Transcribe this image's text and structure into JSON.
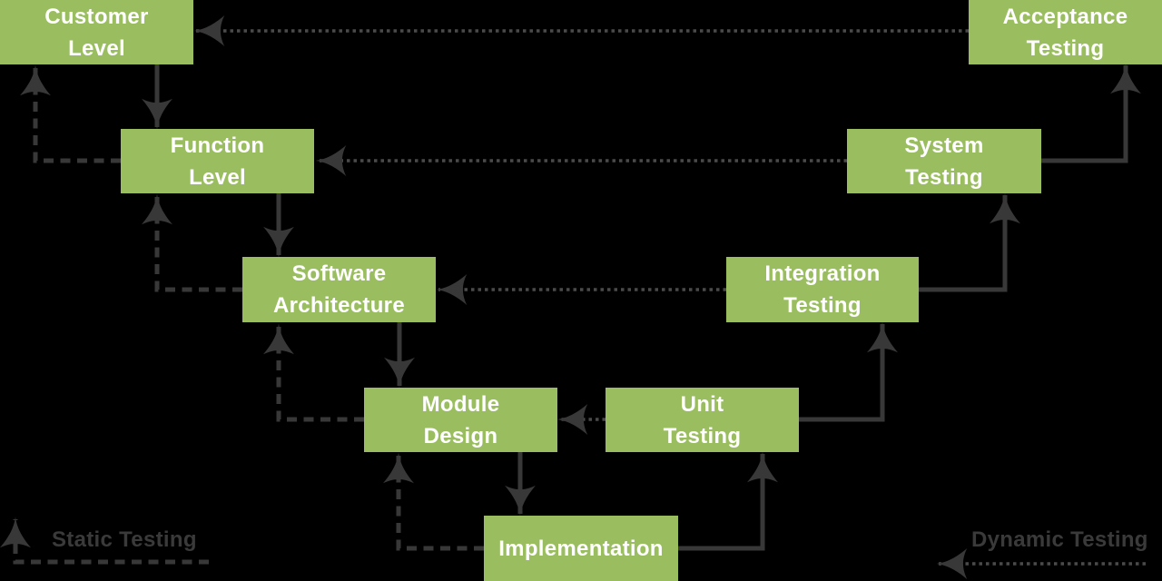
{
  "background": "#000000",
  "colors": {
    "box_fill": "#9ABE5F",
    "box_text": "#FFFFFF",
    "solid_arrow": "#383838",
    "dashed_arrow": "#383838",
    "dotted_arrow": "#4A4A4A",
    "legend_text": "#3A3A3A"
  },
  "boxes": {
    "customer": {
      "line1": "Customer",
      "line2": "Level"
    },
    "function": {
      "line1": "Function",
      "line2": "Level"
    },
    "software": {
      "line1": "Software",
      "line2": "Architecture"
    },
    "module": {
      "line1": "Module",
      "line2": "Design"
    },
    "implementation": {
      "line1": "Implementation"
    },
    "unit": {
      "line1": "Unit",
      "line2": "Testing"
    },
    "integration": {
      "line1": "Integration",
      "line2": "Testing"
    },
    "system": {
      "line1": "System",
      "line2": "Testing"
    },
    "acceptance": {
      "line1": "Acceptance",
      "line2": "Testing"
    }
  },
  "legend": {
    "static_label": "Static Testing",
    "dynamic_label": "Dynamic Testing"
  },
  "edges": {
    "solid": [
      {
        "from": "Customer Level",
        "to": "Function Level"
      },
      {
        "from": "Function Level",
        "to": "Software Architecture"
      },
      {
        "from": "Software Architecture",
        "to": "Module Design"
      },
      {
        "from": "Module Design",
        "to": "Implementation"
      },
      {
        "from": "Implementation",
        "to": "Unit Testing"
      },
      {
        "from": "Unit Testing",
        "to": "Integration Testing"
      },
      {
        "from": "Integration Testing",
        "to": "System Testing"
      },
      {
        "from": "System Testing",
        "to": "Acceptance Testing"
      }
    ],
    "dotted_dynamic_testing": [
      {
        "from": "Acceptance Testing",
        "to": "Customer Level"
      },
      {
        "from": "System Testing",
        "to": "Function Level"
      },
      {
        "from": "Integration Testing",
        "to": "Software Architecture"
      },
      {
        "from": "Unit Testing",
        "to": "Module Design"
      }
    ],
    "dashed_static_testing": [
      {
        "from": "Function Level",
        "to": "Customer Level"
      },
      {
        "from": "Software Architecture",
        "to": "Function Level"
      },
      {
        "from": "Module Design",
        "to": "Software Architecture"
      },
      {
        "from": "Implementation",
        "to": "Module Design"
      }
    ]
  }
}
